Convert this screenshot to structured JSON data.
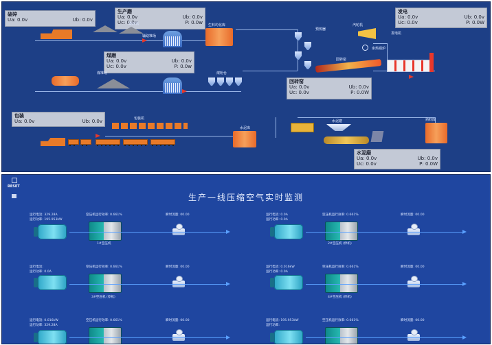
{
  "top": {
    "panels": {
      "boiler": {
        "title": "破碎",
        "ua": "Ua: 0.0v",
        "ub": "Ub: 0.0v"
      },
      "raw_mill": {
        "title": "生产磨",
        "ua": "Ua: 0.0v",
        "ub": "Ub: 0.0v",
        "uc": "Uc: 0.0v",
        "p": "P: 0.0w"
      },
      "power_gen": {
        "title": "发电",
        "ua": "Ua: 0.0v",
        "ub": "Ub: 0.0v",
        "uc": "Uc: 0.0v",
        "p": "P: 0.0W"
      },
      "coal_mill": {
        "title": "煤磨",
        "ua": "Ua: 0.0v",
        "ub": "Ub: 0.0v",
        "uc": "Uc: 0.0v",
        "p": "P: 0.0w"
      },
      "kiln": {
        "title": "回转窑",
        "ua": "Ua: 0.0v",
        "ub": "Ub: 0.0v",
        "uc": "Uc: 0.0v",
        "p": "P: 0.0W"
      },
      "packing": {
        "title": "包装",
        "ua": "Ua: 0.0v",
        "ub": "Ub: 0.0v"
      },
      "cement_mill": {
        "title": "水泥磨",
        "ua": "Ua: 0.0v",
        "ub": "Ub: 0.0v",
        "uc": "Uc: 0.0v",
        "p": "P: 0.0W"
      }
    },
    "labels": {
      "crusher": "破碎机",
      "raw_store": "辅助堆场",
      "homogen": "生料均化库",
      "preheater": "预热器",
      "generator_a": "汽轮机",
      "generator_b": "发电机",
      "waste_heat": "余热锅炉",
      "coal_yard": "煤堆场",
      "coal_silo": "煤粉仓",
      "kiln_label": "回转窑",
      "packer": "包装机",
      "cement_silo": "水泥库",
      "cement_mill_lbl": "水泥磨",
      "clinker": "熟料库"
    }
  },
  "bottom": {
    "reset": "RESET",
    "title": "生产一线压缩空气实时监测",
    "rows": [
      [
        {
          "motor_l1": "运行电流: 329.28A",
          "motor_l2": "运行功率: 195.953kW",
          "comp_l": "空压机运行效率: 0.661%",
          "flow_l": "瞬时流量: 00.00",
          "name": "1#空压机"
        },
        {
          "motor_l1": "运行电流: 0.0A",
          "motor_l2": "运行功率: 0.0A",
          "comp_l": "空压机运行效率: 0.661%",
          "flow_l": "瞬时流量: 00.00",
          "name": "2#空压机 (停机)"
        }
      ],
      [
        {
          "motor_l1": "运行电流:",
          "motor_l2": "运行功率: 0.0A",
          "comp_l": "空压机运行效率: 0.661%",
          "flow_l": "瞬时流量: 00.00",
          "name": "3#空压机 (停机)"
        },
        {
          "motor_l1": "运行电流: 0.016kW",
          "motor_l2": "运行功率: 0.0A",
          "comp_l": "空压机运行效率: 0.661%",
          "flow_l": "瞬时流量: 00.00",
          "name": "4#空压机 (停机)"
        }
      ],
      [
        {
          "motor_l1": "运行电流: 0.016kW",
          "motor_l2": "运行功率: 329.28A",
          "comp_l": "空压机运行效率: 0.661%",
          "flow_l": "瞬时流量: 00.00",
          "name": ""
        },
        {
          "motor_l1": "运行电流: 195.953kW",
          "motor_l2": "运行功率:",
          "comp_l": "空压机运行效率: 0.661%",
          "flow_l": "瞬时流量: 00.00",
          "name": ""
        }
      ]
    ]
  }
}
